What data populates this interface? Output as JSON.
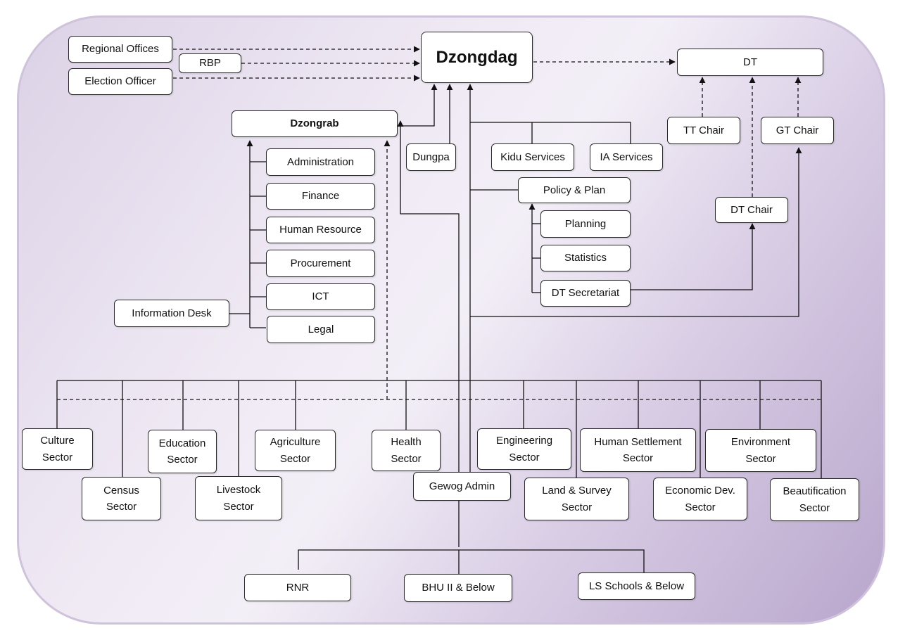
{
  "nodes": {
    "dzongdag": "Dzongdag",
    "dt": "DT",
    "regional_offices": "Regional Offices",
    "rbp": "RBP",
    "election_officer": "Election Officer",
    "dzongrab": "Dzongrab",
    "dungpa": "Dungpa",
    "kidu_services": "Kidu Services",
    "ia_services": "IA Services",
    "tt_chair": "TT Chair",
    "gt_chair": "GT Chair",
    "policy_plan": "Policy & Plan",
    "planning": "Planning",
    "statistics": "Statistics",
    "dt_secretariat": "DT Secretariat",
    "dt_chair": "DT Chair",
    "administration": "Administration",
    "finance": "Finance",
    "human_resource": "Human Resource",
    "procurement": "Procurement",
    "ict": "ICT",
    "legal": "Legal",
    "information_desk": "Information Desk",
    "culture_sector": "Culture\nSector",
    "census_sector": "Census\nSector",
    "education_sector": "Education\nSector",
    "livestock_sector": "Livestock\nSector",
    "agriculture_sector": "Agriculture\nSector",
    "health_sector": "Health\nSector",
    "gewog_admin": "Gewog Admin",
    "engineering_sector": "Engineering\nSector",
    "land_survey_sector": "Land & Survey\nSector",
    "human_settlement_sector": "Human Settlement\nSector",
    "economic_dev_sector": "Economic Dev.\nSector",
    "environment_sector": "Environment\nSector",
    "beautification_sector": "Beautification\nSector",
    "rnr": "RNR",
    "bhu": "BHU II & Below",
    "ls_schools": "LS Schools & Below"
  }
}
